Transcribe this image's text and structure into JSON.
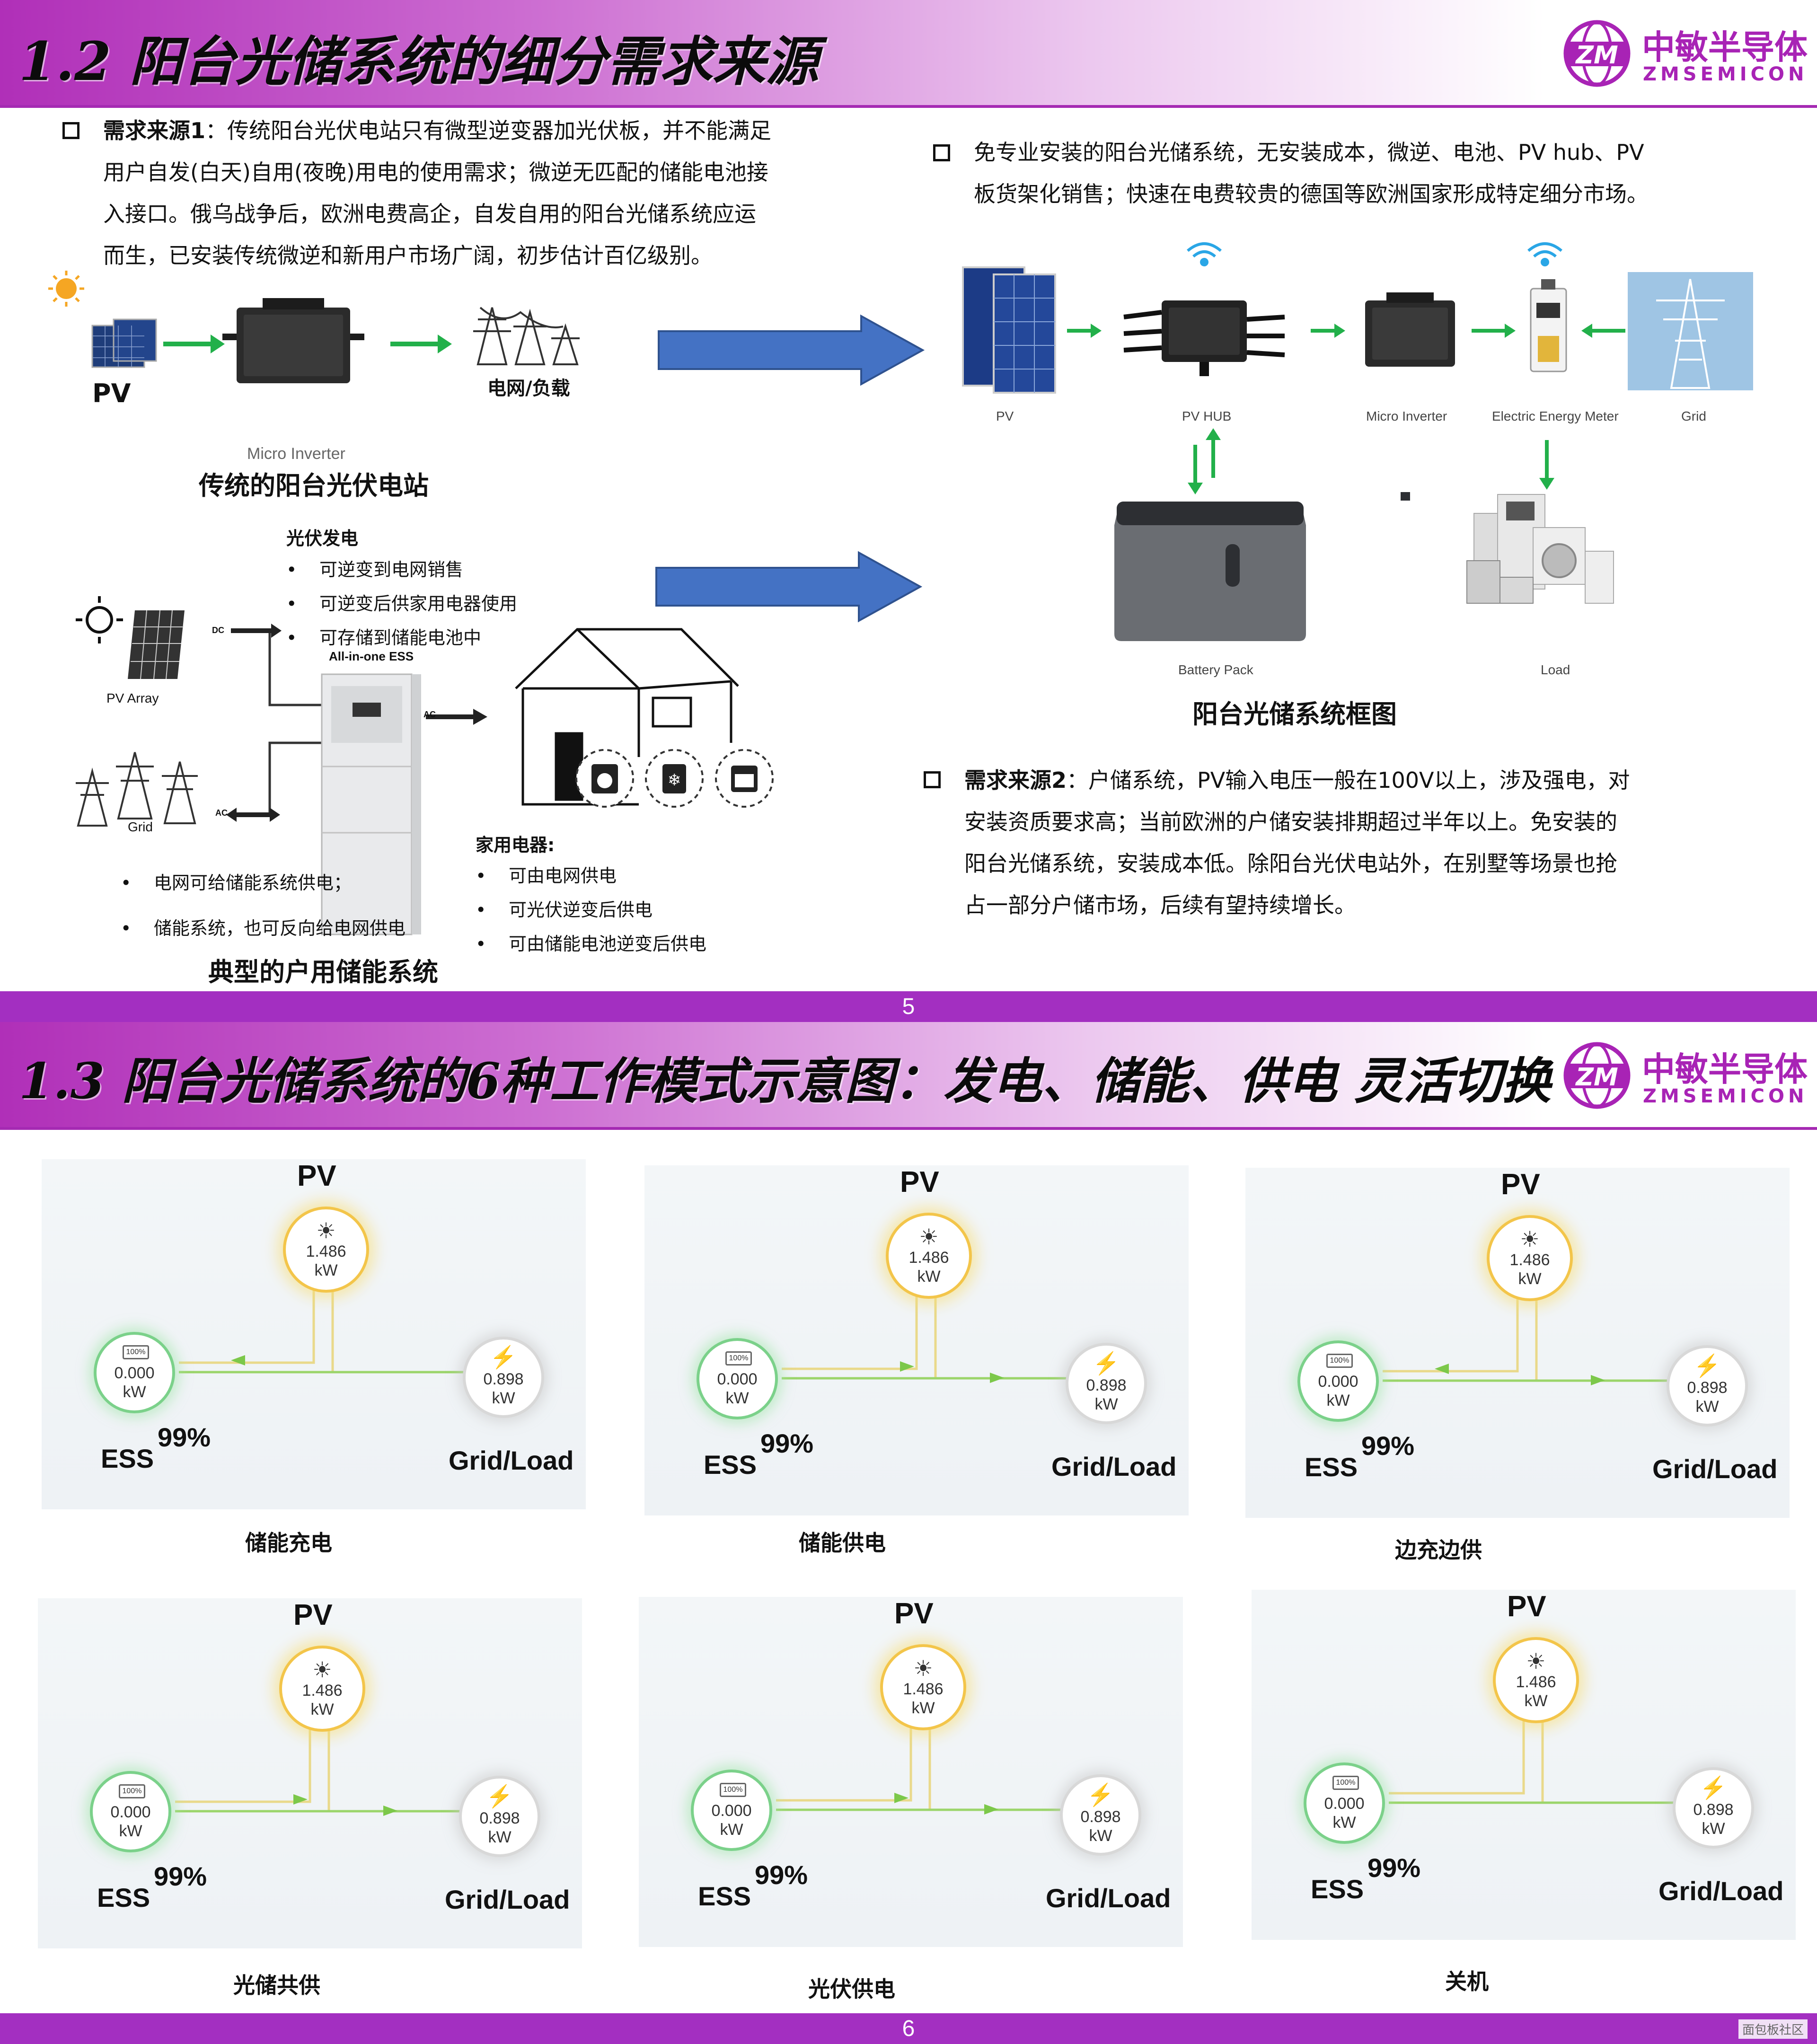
{
  "logo": {
    "cn": "中敏半导体",
    "en": "ZMSEMICON",
    "mark": "ZM"
  },
  "slide1": {
    "title": "1.2 阳台光储系统的细分需求来源",
    "page_number": "5",
    "left_paragraph": {
      "label": "需求来源1",
      "lines": [
        "：传统阳台光伏电站只有微型逆变器加光伏板，并不能满足",
        "用户自发(白天)自用(夜晚)用电的使用需求；微逆无匹配的储能电池接",
        "入接口。俄乌战争后，欧洲电费高企，自发自用的阳台光储系统应运",
        "而生，已安装传统微逆和新用户市场广阔，初步估计百亿级别。"
      ]
    },
    "right_paragraph_top": {
      "lines": [
        "免专业安装的阳台光储系统，无安装成本，微逆、电池、PV hub、PV",
        "板货架化销售；快速在电费较贵的德国等欧洲国家形成特定细分市场。"
      ]
    },
    "traditional": {
      "pv_label": "PV",
      "grid_label": "电网/负载",
      "micro_inverter_label": "Micro Inverter",
      "caption": "传统的阳台光伏电站"
    },
    "ess": {
      "pv_gen_title": "光伏发电",
      "pv_gen_items": [
        "可逆变到电网销售",
        "可逆变后供家用电器使用",
        "可存储到储能电池中"
      ],
      "all_in_one": "All-in-one ESS",
      "pv_array": "PV Array",
      "grid": "Grid",
      "dc": "DC",
      "ac": "AC",
      "grid_items": [
        "电网可给储能系统供电；",
        "储能系统，也可反向给电网供电"
      ],
      "appliance_title": "家用电器:",
      "appliance_items": [
        "可由电网供电",
        "可光伏逆变后供电",
        "可由储能电池逆变后供电"
      ],
      "caption": "典型的户用储能系统"
    },
    "framework": {
      "labels": [
        "PV",
        "PV HUB",
        "Micro Inverter",
        "Electric Energy Meter",
        "Grid"
      ],
      "battery_label": "Battery Pack",
      "load_label": "Load",
      "caption": "阳台光储系统框图"
    },
    "right_paragraph_bottom": {
      "label": "需求来源2",
      "lines": [
        "：户储系统，PV输入电压一般在100V以上，涉及强电，对",
        "安装资质要求高；当前欧洲的户储安装排期超过半年以上。免安装的",
        "阳台光储系统，安装成本低。除阳台光伏电站外，在别墅等场景也抢",
        "占一部分户储市场，后续有望持续增长。"
      ]
    }
  },
  "slide2": {
    "title": "1.3 阳台光储系统的6种工作模式示意图：发电、储能、供电 灵活切换",
    "page_number": "6",
    "panels": [
      {
        "caption": "储能充电",
        "pv_label": "PV",
        "pv_value": "1.486",
        "ess_value": "0.000",
        "grid_value": "0.898",
        "unit": "kW",
        "battery": "100%",
        "ess_label": "ESS",
        "soc": "99%",
        "grid_label": "Grid/Load"
      },
      {
        "caption": "储能供电",
        "pv_label": "PV",
        "pv_value": "1.486",
        "ess_value": "0.000",
        "grid_value": "0.898",
        "unit": "kW",
        "battery": "100%",
        "ess_label": "ESS",
        "soc": "99%",
        "grid_label": "Grid/Load"
      },
      {
        "caption": "边充边供",
        "pv_label": "PV",
        "pv_value": "1.486",
        "ess_value": "0.000",
        "grid_value": "0.898",
        "unit": "kW",
        "battery": "100%",
        "ess_label": "ESS",
        "soc": "99%",
        "grid_label": "Grid/Load"
      },
      {
        "caption": "光储共供",
        "pv_label": "PV",
        "pv_value": "1.486",
        "ess_value": "0.000",
        "grid_value": "0.898",
        "unit": "kW",
        "battery": "100%",
        "ess_label": "ESS",
        "soc": "99%",
        "grid_label": "Grid/Load"
      },
      {
        "caption": "光伏供电",
        "pv_label": "PV",
        "pv_value": "1.486",
        "ess_value": "0.000",
        "grid_value": "0.898",
        "unit": "kW",
        "battery": "100%",
        "ess_label": "ESS",
        "soc": "99%",
        "grid_label": "Grid/Load"
      },
      {
        "caption": "关机",
        "pv_label": "PV",
        "pv_value": "1.486",
        "ess_value": "0.000",
        "grid_value": "0.898",
        "unit": "kW",
        "battery": "100%",
        "ess_label": "ESS",
        "soc": "99%",
        "grid_label": "Grid/Load"
      }
    ]
  },
  "watermark": "面包板社区"
}
